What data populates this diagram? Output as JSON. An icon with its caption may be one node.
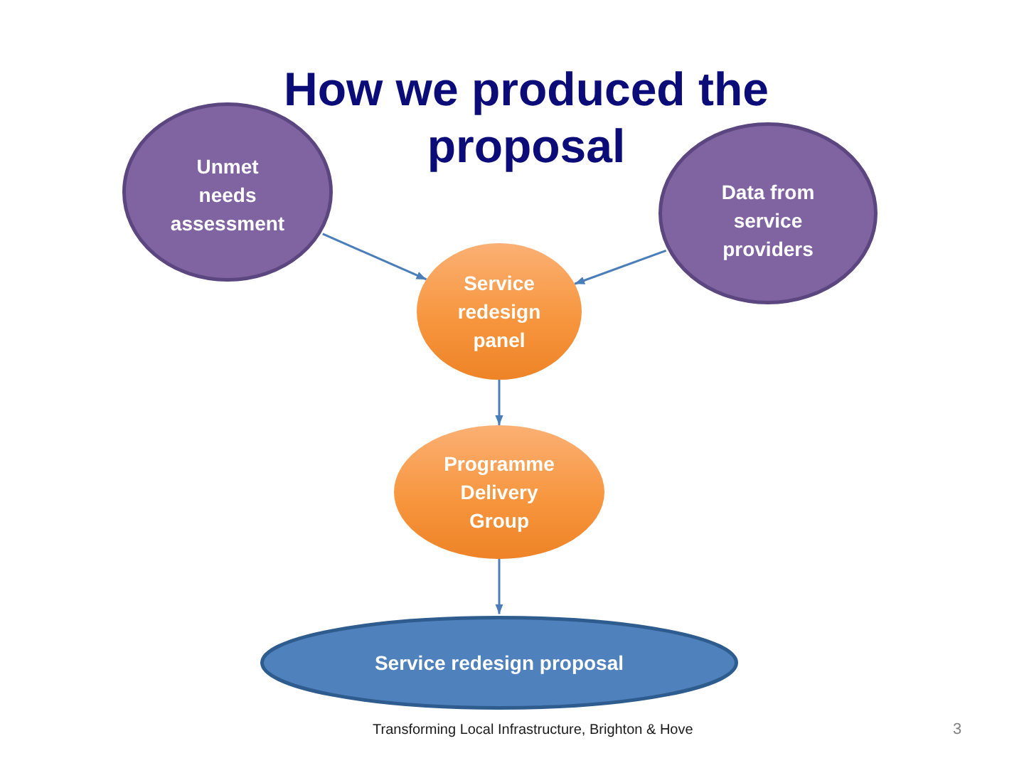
{
  "diagram": {
    "title": "How we produced the proposal",
    "nodes": [
      {
        "text": [
          "Unmet needs assessment"
        ]
      },
      {
        "text": [
          "Data from service providers"
        ]
      },
      {
        "text": [
          "Service redesign panel"
        ]
      },
      {
        "text": [
          "Programme Delivery Group"
        ]
      },
      {
        "text": [
          "Service redesign proposal"
        ]
      }
    ],
    "edges": [
      {
        "from": 0,
        "to": 2,
        "arrow": "to"
      },
      {
        "from": 1,
        "to": 2,
        "arrow": "to"
      },
      {
        "from": 2,
        "to": 3,
        "arrow": "to"
      },
      {
        "from": 3,
        "to": 4,
        "arrow": "to"
      }
    ],
    "labels": [
      "Transforming Local Infrastructure, Brighton & Hove",
      "3"
    ]
  }
}
